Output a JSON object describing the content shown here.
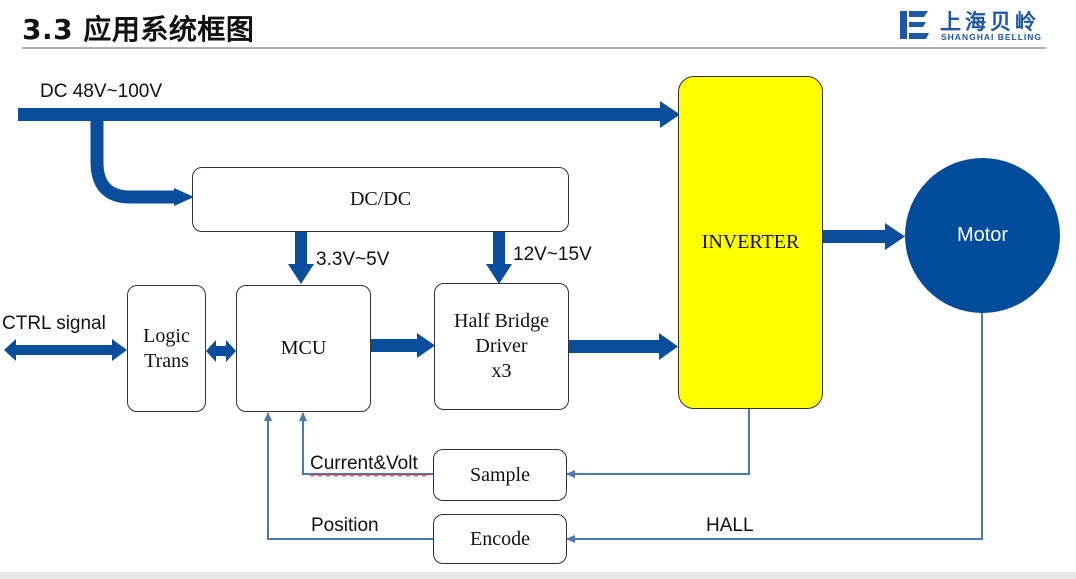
{
  "header": {
    "title": "3.3 应用系统框图",
    "logo_cn": "上海贝岭",
    "logo_en": "SHANGHAI BELLING"
  },
  "colors": {
    "arrow_blue": "#0a4d9c",
    "line_blue": "#4a79b5",
    "inverter_fill": "#ffff00",
    "motor_fill": "#004b9a"
  },
  "blocks": {
    "dcdc": "DC/DC",
    "logic_line1": "Logic",
    "logic_line2": "Trans",
    "mcu": "MCU",
    "hb_line1": "Half Bridge",
    "hb_line2": "Driver",
    "hb_line3": "x3",
    "inverter": "INVERTER",
    "motor": "Motor",
    "sample": "Sample",
    "encode": "Encode"
  },
  "labels": {
    "dc_input": "DC 48V~100V",
    "v_mcu": "3.3V~5V",
    "v_driver": "12V~15V",
    "ctrl": "CTRL signal",
    "current_volt": "Current&Volt",
    "position": "Position",
    "hall": "HALL"
  }
}
